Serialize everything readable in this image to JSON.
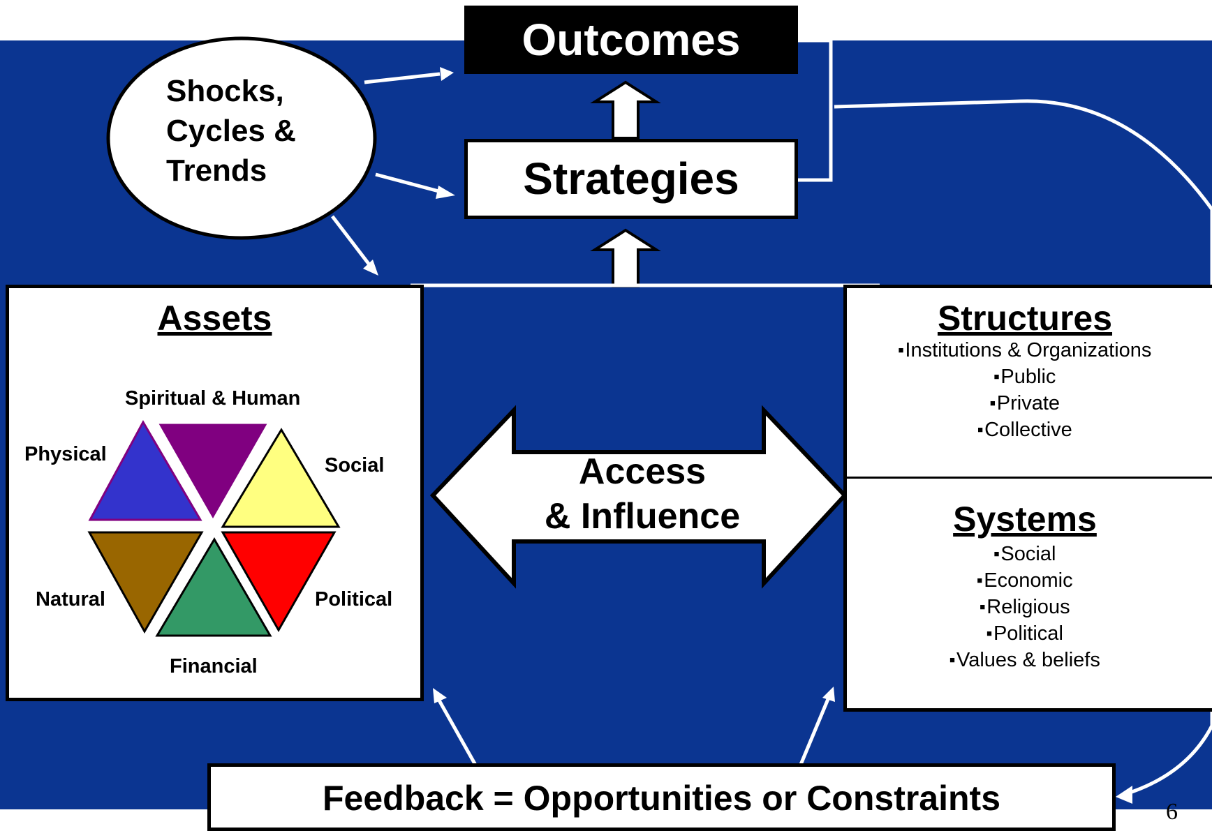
{
  "outcomes": "Outcomes",
  "strategies": "Strategies",
  "shocks_lines": [
    "Shocks,",
    "Cycles &",
    "Trends"
  ],
  "assets": {
    "title": "Assets",
    "labels": {
      "spiritual_human": "Spiritual & Human",
      "physical": "Physical",
      "social": "Social",
      "natural": "Natural",
      "political": "Political",
      "financial": "Financial"
    },
    "colors": {
      "spiritual_human": "#800080",
      "physical": "#3333cc",
      "social": "#ffff80",
      "natural": "#996600",
      "political": "#ff0000",
      "financial": "#339966"
    }
  },
  "access": {
    "line1": "Access",
    "line2": "& Influence"
  },
  "structures": {
    "title": "Structures",
    "items": [
      "Institutions & Organizations",
      "Public",
      "Private",
      "Collective"
    ]
  },
  "systems": {
    "title": "Systems",
    "items": [
      "Social",
      "Economic",
      "Religious",
      "Political",
      "Values & beliefs"
    ]
  },
  "feedback": "Feedback = Opportunities or Constraints",
  "page_number": "6",
  "colors": {
    "background": "#0b3591",
    "arrow": "#ffffff"
  }
}
